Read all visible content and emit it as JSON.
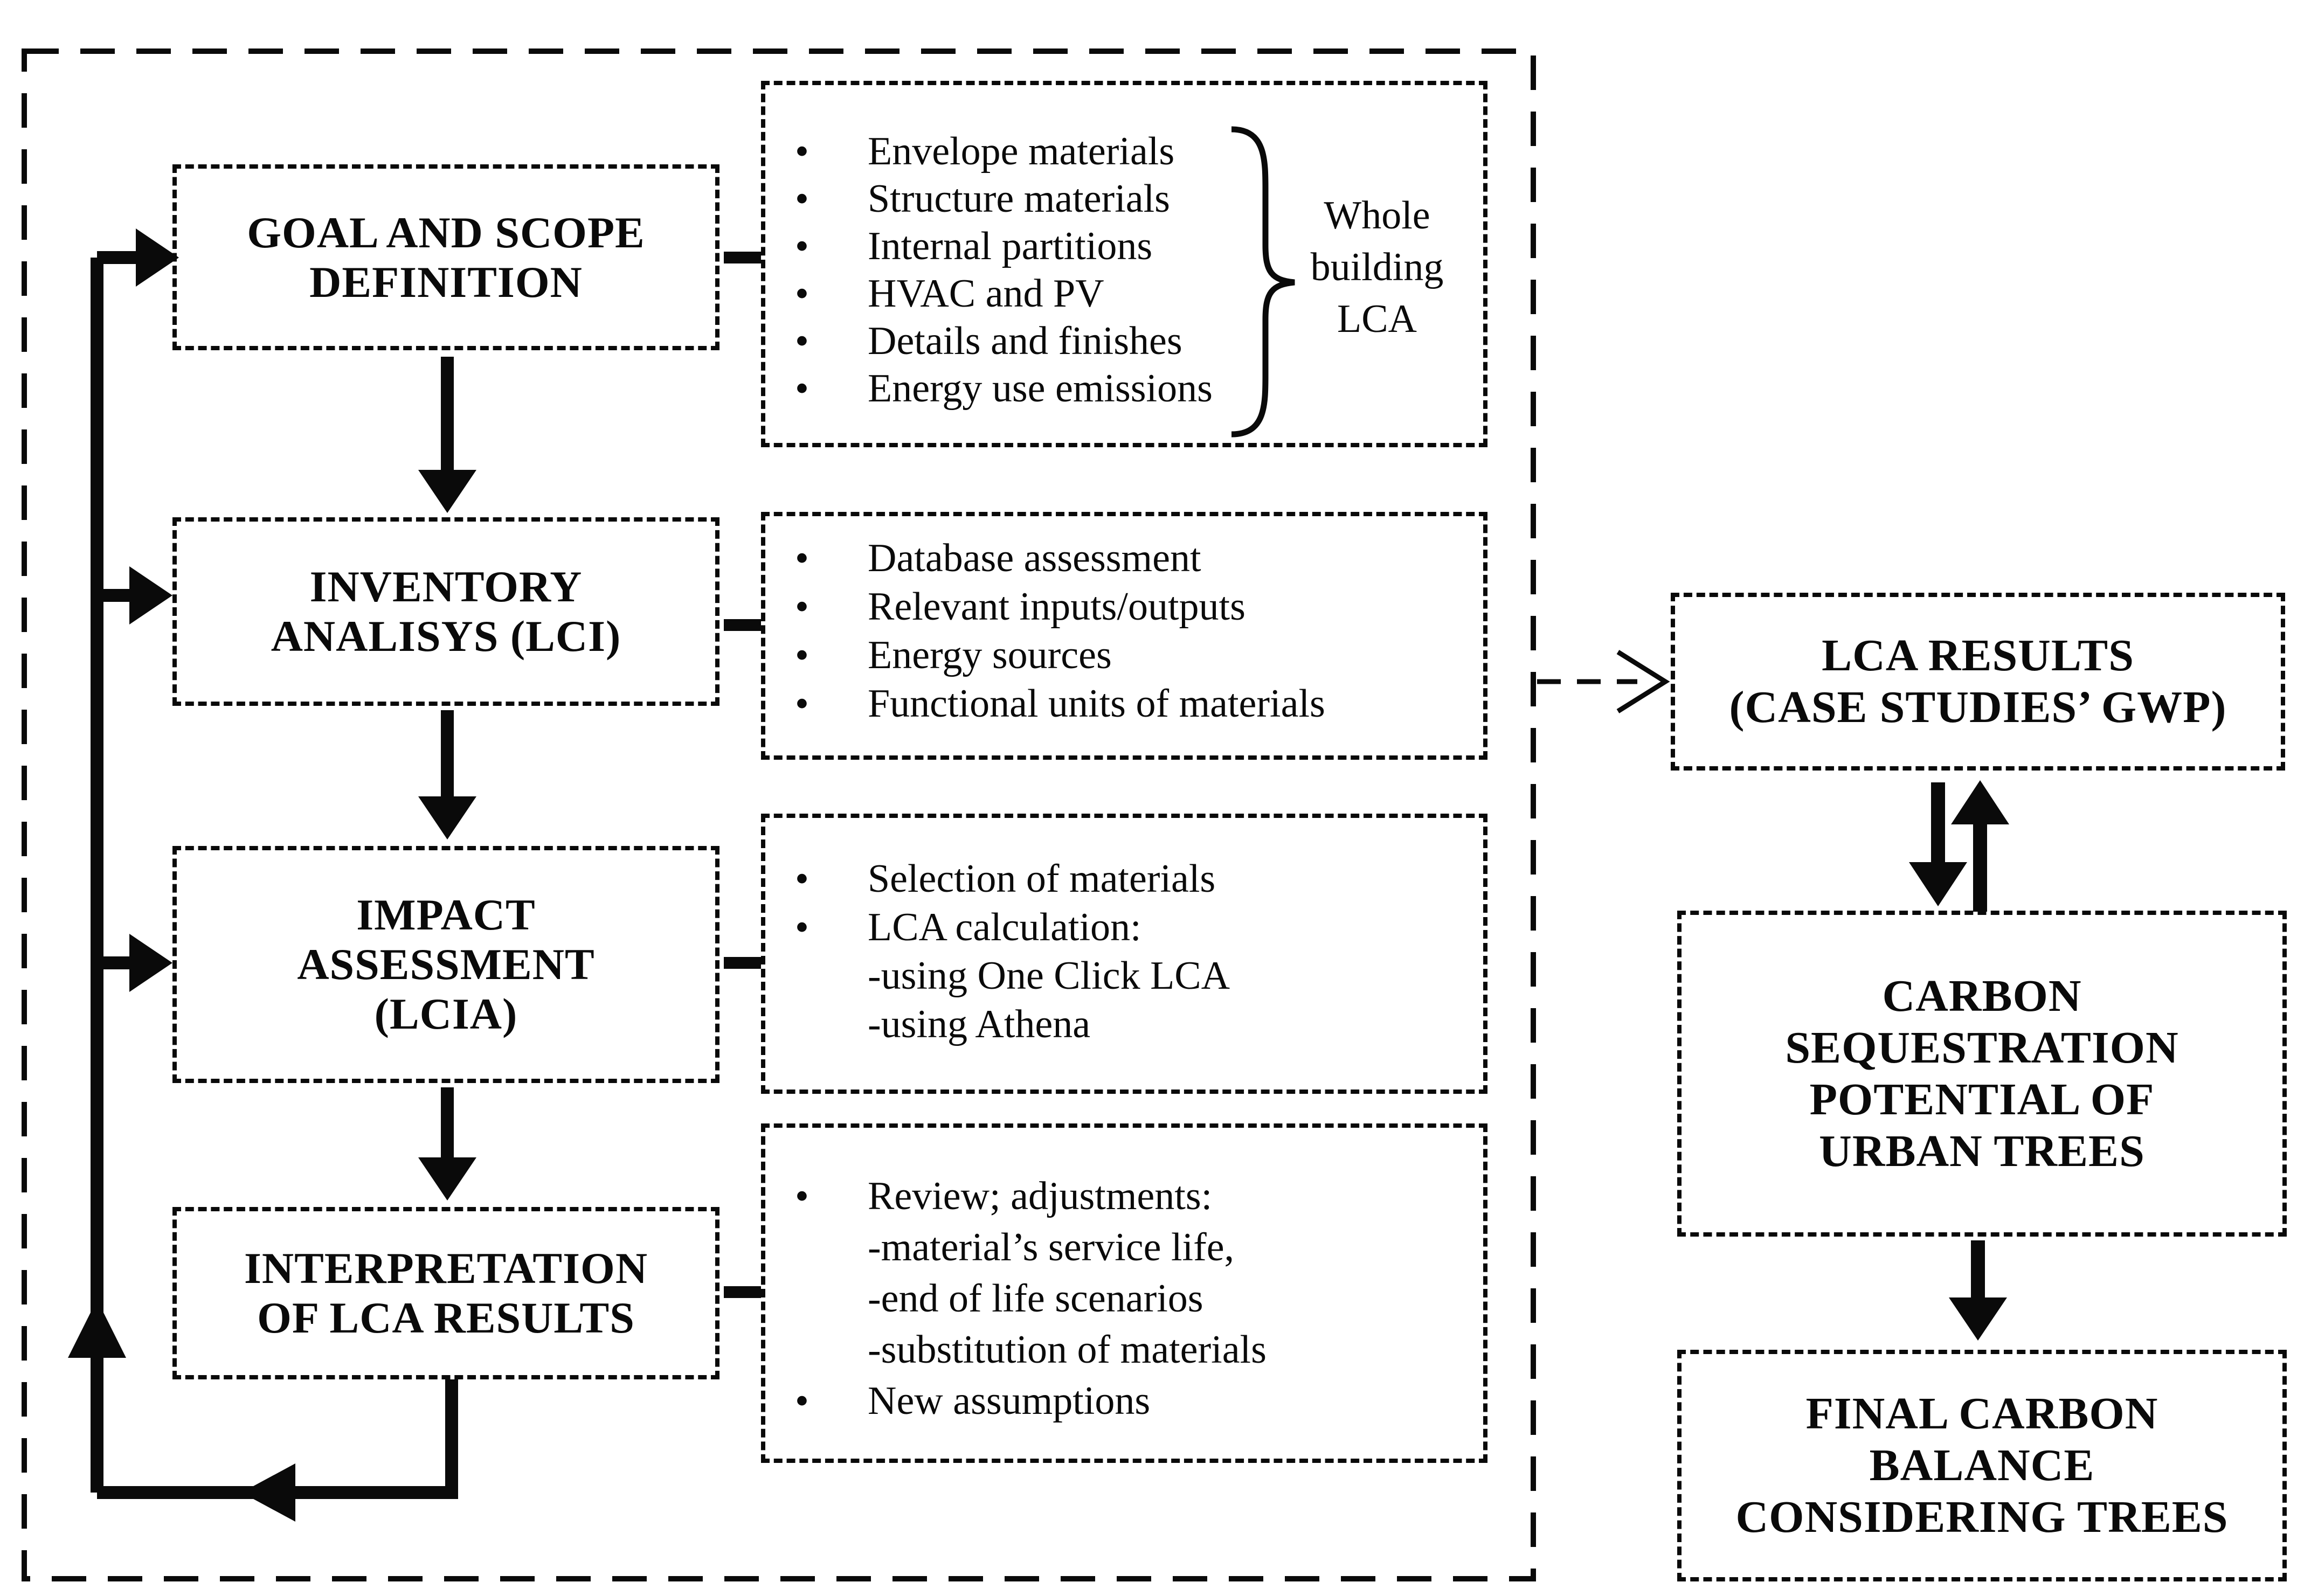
{
  "bullet_glyph": "•",
  "colors": {
    "ink": "#0a0a0a",
    "background": "#ffffff"
  },
  "stages": [
    {
      "label": "GOAL AND SCOPE\nDEFINITION"
    },
    {
      "label": "INVENTORY\nANALISYS (LCI)"
    },
    {
      "label": "IMPACT\nASSESSMENT\n(LCIA)"
    },
    {
      "label": "INTERPRETATION\nOF LCA RESULTS"
    }
  ],
  "details": [
    {
      "items": [
        "Envelope materials",
        "Structure materials",
        "Internal partitions",
        "HVAC and PV",
        "Details and finishes",
        "Energy use emissions"
      ]
    },
    {
      "items": [
        "Database assessment",
        "Relevant inputs/outputs",
        "Energy sources",
        "Functional units of materials"
      ]
    },
    {
      "items": [
        "Selection of materials",
        "LCA calculation:\n-using One Click LCA\n-using Athena"
      ]
    },
    {
      "items": [
        "Review; adjustments:\n-material’s service life,\n-end of life scenarios\n-substitution of materials",
        "New assumptions"
      ]
    }
  ],
  "brace_label": "Whole\nbuilding\nLCA",
  "results": [
    {
      "label": "LCA RESULTS\n(CASE STUDIES’ GWP)"
    },
    {
      "label": "CARBON\nSEQUESTRATION\nPOTENTIAL OF\nURBAN TREES"
    },
    {
      "label": "FINAL CARBON\nBALANCE\nCONSIDERING TREES"
    }
  ]
}
